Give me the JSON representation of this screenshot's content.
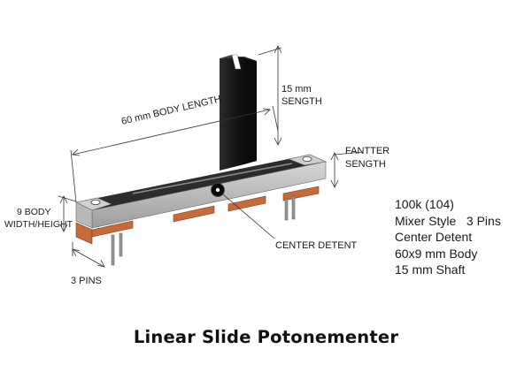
{
  "diagram": {
    "labels": {
      "body_length": "60 mm BODY LENGTH",
      "shaft_length_line1": "15 mm",
      "shaft_length_line2": "SENGTH",
      "fantter_line1": "FANTTER",
      "fantter_line2": "SENGTH",
      "body_height_line1": "9 BODY",
      "body_height_line2": "WIDTH/HEIGHT",
      "center_detent": "CENTER DETENT",
      "pins": "3 PINS"
    },
    "specs": [
      "100k (104)",
      "Mixer Style   3 Pins",
      "Center Detent",
      "60x9 mm Body",
      "15 mm Shaft"
    ],
    "caption": "Linear Slide Potonementer"
  }
}
